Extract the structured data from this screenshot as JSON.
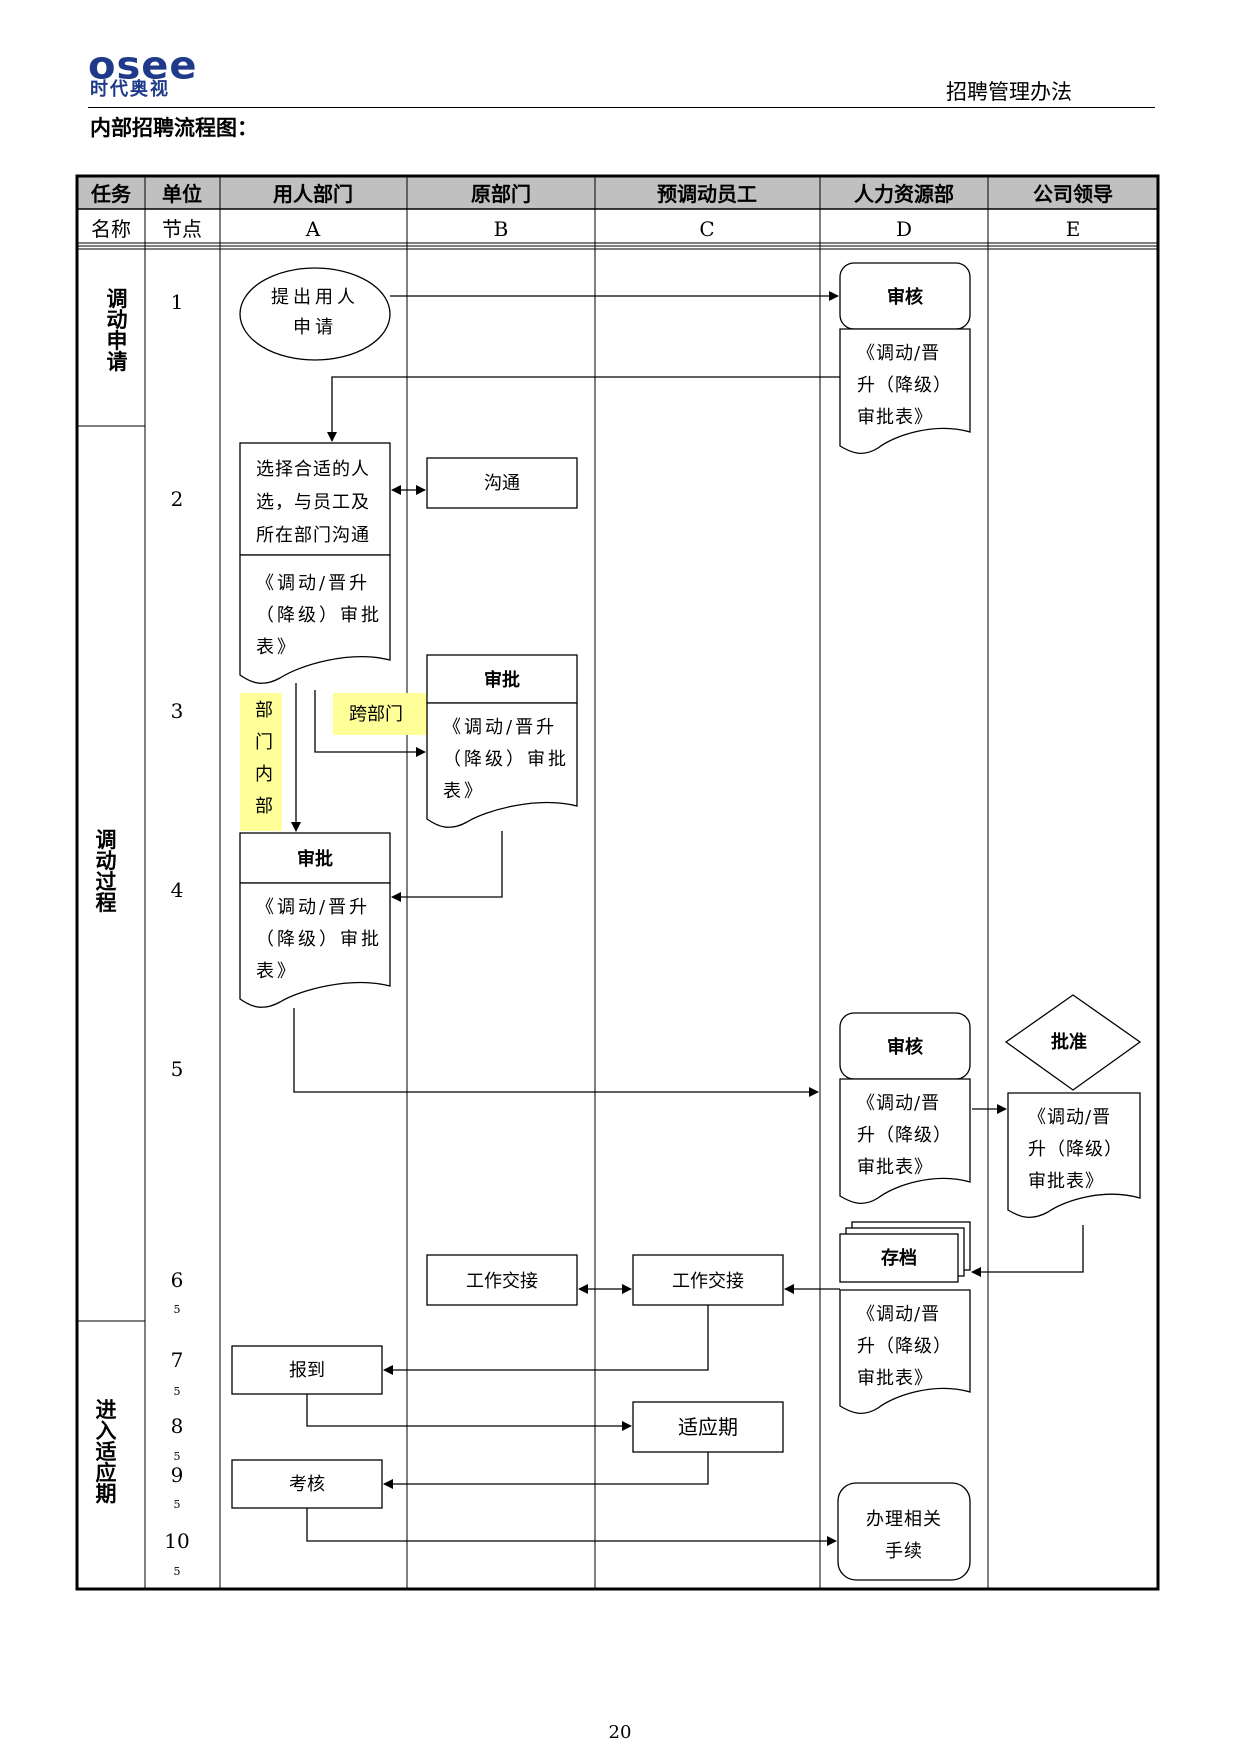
{
  "header": {
    "logo_text": "osee",
    "logo_subtext": "时代奥视",
    "doc_title": "招聘管理办法",
    "brand_color": "#1f3a8a"
  },
  "page_title": "内部招聘流程图：",
  "page_number": "20",
  "table": {
    "header_row": [
      "任务",
      "单位",
      "用人部门",
      "原部门",
      "预调动员工",
      "人力资源部",
      "公司领导"
    ],
    "sub_row": [
      "名称",
      "节点",
      "A",
      "B",
      "C",
      "D",
      "E"
    ],
    "phases": [
      "调动申请",
      "调动过程",
      "进入适应期"
    ],
    "nodes": [
      "1",
      "2",
      "3",
      "4",
      "5",
      "6",
      "7",
      "8",
      "9",
      "10"
    ],
    "node_marks": [
      "5",
      "5",
      "5",
      "5",
      "5"
    ],
    "header_fill": "#c0c0c0"
  },
  "shapes": {
    "propose": "提出用人申请",
    "hr_review": "审核",
    "form_hr": "《调动/晋升（降级）审批表》",
    "select": "选择合适的人选，与员工及所在部门沟通",
    "communicate": "沟通",
    "form_a": "《调动/晋升（降级）审批表》",
    "orig_approve": "审批",
    "form_b": "《调动/晋升（降级）审批表》",
    "cross_dept": "跨部门",
    "within_dept": "部门内部",
    "a_approve": "审批",
    "form_a2": "《调动/晋升（降级）审批表》",
    "hr_review2": "审核",
    "form_hr2": "《调动/晋升（降级）审批表》",
    "leader_approve": "批准",
    "form_e": "《调动/晋升（降级）审批表》",
    "archive": "存档",
    "form_hr3": "《调动/晋升（降级）审批表》",
    "handover_b": "工作交接",
    "handover_c": "工作交接",
    "report": "报到",
    "probation": "适应期",
    "assess": "考核",
    "procedures": "办理相关手续",
    "highlight_color": "#ffff99"
  }
}
